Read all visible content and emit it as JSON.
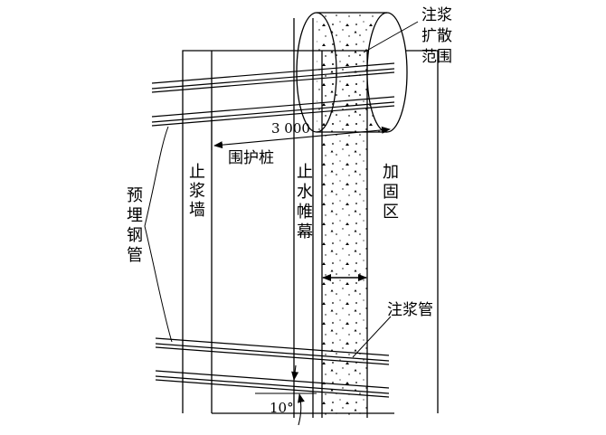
{
  "labels": {
    "grout_spread_1": "注浆",
    "grout_spread_2": "扩散",
    "grout_spread_3": "范围",
    "dimension": "3 000",
    "retaining_pile": "围护桩",
    "stop_wall": [
      "止",
      "浆",
      "墙"
    ],
    "water_curtain": [
      "止",
      "水",
      "帷",
      "幕"
    ],
    "reinforce_zone": [
      "加",
      "固",
      "区"
    ],
    "embedded_pipe": [
      "预",
      "埋",
      "钢",
      "管"
    ],
    "grout_pipe": "注浆管",
    "angle": "10°"
  }
}
